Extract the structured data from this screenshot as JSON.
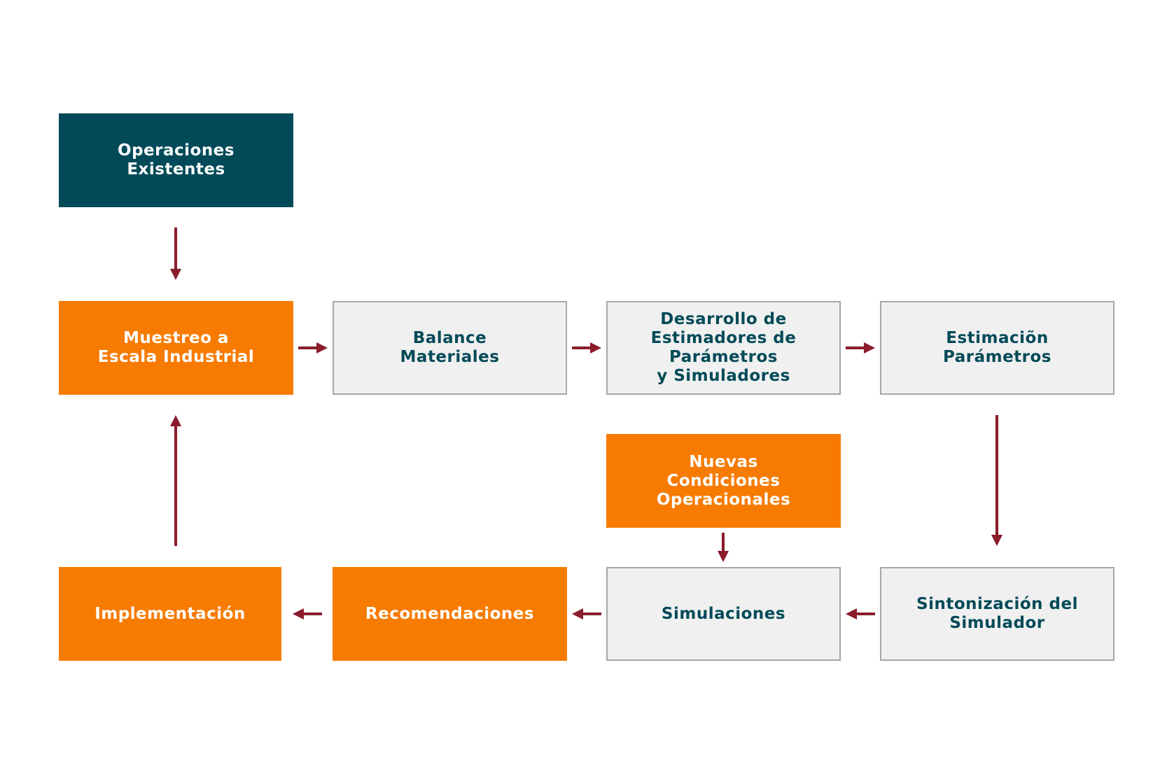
{
  "diagram": {
    "colors": {
      "dark_box": "#034a58",
      "orange_box": "#f77b00",
      "gray_box": "#f0f0f0",
      "gray_border": "#a6a6a6",
      "arrow": "#8a1c2b",
      "gray_text": "#034a58"
    },
    "nodes": {
      "operaciones_existentes": "Operaciones\nExistentes",
      "muestreo": "Muestreo a\nEscala Industrial",
      "balance": "Balance\nMateriales",
      "desarrollo": "Desarrollo de\nEstimadores de\nParámetros\ny Simuladores",
      "estimacion": "Estimaciõn\nParámetros",
      "nuevas_condiciones": "Nuevas\nCondiciones\nOperacionales",
      "implementacion": "Implementación",
      "recomendaciones": "Recomendaciones",
      "simulaciones": "Simulaciones",
      "sintonizacion": "Sintonización del\nSimulador"
    },
    "edges": [
      {
        "from": "operaciones_existentes",
        "to": "muestreo"
      },
      {
        "from": "muestreo",
        "to": "balance"
      },
      {
        "from": "balance",
        "to": "desarrollo"
      },
      {
        "from": "desarrollo",
        "to": "estimacion"
      },
      {
        "from": "estimacion",
        "to": "sintonizacion"
      },
      {
        "from": "sintonizacion",
        "to": "simulaciones"
      },
      {
        "from": "nuevas_condiciones",
        "to": "simulaciones"
      },
      {
        "from": "simulaciones",
        "to": "recomendaciones"
      },
      {
        "from": "recomendaciones",
        "to": "implementacion"
      },
      {
        "from": "implementacion",
        "to": "muestreo"
      }
    ]
  }
}
